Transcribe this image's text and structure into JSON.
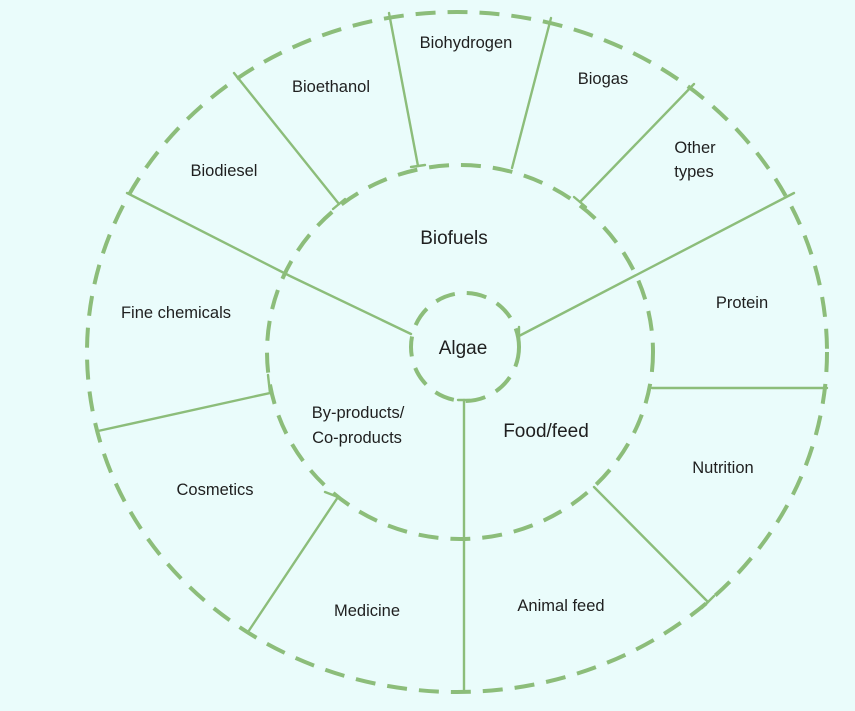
{
  "center": {
    "label": "Algae"
  },
  "categories": {
    "biofuels": "Biofuels",
    "byproducts_line1": "By-products/",
    "byproducts_line2": "Co-products",
    "food_feed": "Food/feed"
  },
  "outer": {
    "biodiesel": "Biodiesel",
    "bioethanol": "Bioethanol",
    "biohydrogen": "Biohydrogen",
    "biogas": "Biogas",
    "other_types_line1": "Other",
    "other_types_line2": "types",
    "protein": "Protein",
    "nutrition": "Nutrition",
    "animal_feed": "Animal feed",
    "medicine": "Medicine",
    "cosmetics": "Cosmetics",
    "fine_chemicals": "Fine chemicals"
  },
  "colors": {
    "background": "#eafcfb",
    "line": "#8cbd7a",
    "text": "#1f1f1f"
  }
}
